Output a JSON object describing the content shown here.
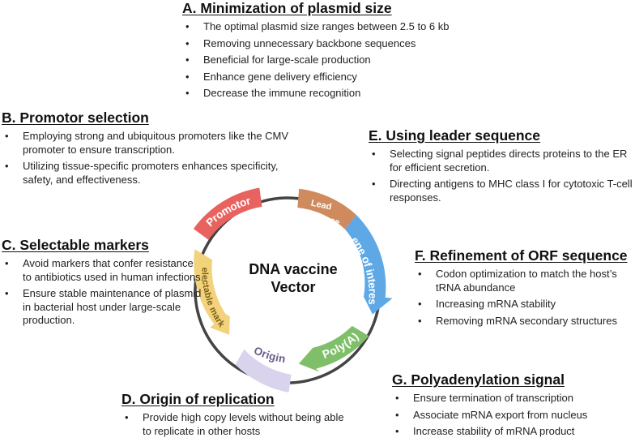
{
  "sections": {
    "A": {
      "title": "A. Minimization of plasmid size",
      "items": [
        "The optimal plasmid size ranges between 2.5 to 6 kb",
        "Removing unnecessary backbone sequences",
        "Beneficial for large-scale production",
        "Enhance gene delivery efficiency",
        "Decrease the immune recognition"
      ]
    },
    "B": {
      "title": "B. Promotor selection",
      "items": [
        "Employing strong and ubiquitous promoters like the CMV promoter to ensure transcription.",
        "Utilizing tissue-specific promoters enhances specificity, safety, and effectiveness."
      ]
    },
    "C": {
      "title": "C. Selectable markers",
      "items": [
        "Avoid markers that confer resistance to antibiotics used in human infections.",
        "Ensure stable maintenance of plasmid in bacterial host under large-scale production."
      ]
    },
    "D": {
      "title": "D. Origin of replication",
      "items": [
        "Provide high copy levels without being able to replicate in other hosts"
      ]
    },
    "E": {
      "title": "E. Using leader sequence",
      "items": [
        "Selecting signal peptides directs proteins to the ER for efficient secretion.",
        "Directing antigens to MHC class I for cytotoxic T-cell responses."
      ]
    },
    "F": {
      "title": "F. Refinement of ORF sequence",
      "items": [
        "Codon optimization to match the host’s tRNA abundance",
        "Increasing mRNA stability",
        "Removing mRNA secondary structures"
      ]
    },
    "G": {
      "title": "G. Polyadenylation signal",
      "items": [
        "Ensure termination of transcription",
        "Associate mRNA export from nucleus",
        "Increase stability of mRNA product"
      ]
    }
  },
  "center": {
    "line1": "DNA vaccine",
    "line2": "Vector"
  },
  "segments": {
    "promotor": {
      "label": "Promotor",
      "color": "#e8625f"
    },
    "lead": {
      "label1": "Lead",
      "label2": "sequence",
      "color": "#cf8a5e"
    },
    "goi": {
      "label": "Gene of interest",
      "color": "#5fa8e6"
    },
    "polya": {
      "label": "Poly(A)",
      "color": "#7fbf6a"
    },
    "origin": {
      "label": "Origin",
      "color": "#d9d3ee"
    },
    "marker": {
      "label": "Selectable marker",
      "color": "#f2d27a"
    }
  }
}
